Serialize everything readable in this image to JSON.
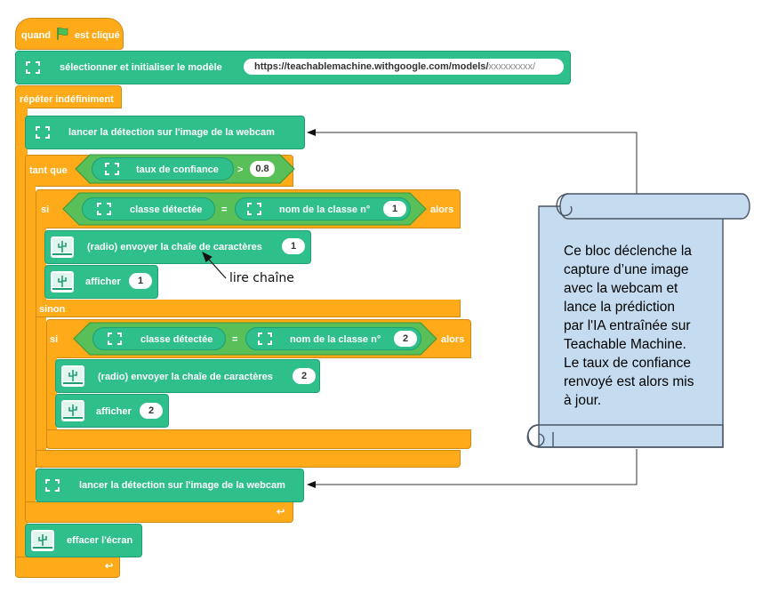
{
  "blocks": {
    "hat": {
      "label_before": "quand",
      "label_after": "est cliqué",
      "icon": "green-flag-icon",
      "flag_color": "#4CBF56"
    },
    "select_model": {
      "label": "sélectionner et initialiser le modèle",
      "url": "https://teachablemachine.withgoogle.com/models/",
      "url_placeholder": "xxxxxxxxx/"
    },
    "forever": {
      "label": "répéter indéfiniment"
    },
    "detect1": {
      "label": "lancer la détection sur l'image de la webcam"
    },
    "while": {
      "label": "tant que",
      "reporter": "taux de confiance",
      "operator": ">",
      "value": "0.8"
    },
    "if": {
      "label": "si",
      "left": "classe détectée",
      "operator": "=",
      "right_label": "nom de la classe n°",
      "right_value": "1",
      "then": "alors",
      "else_label": "sinon"
    },
    "send1": {
      "label": "(radio) envoyer la chaîe de caractères",
      "value": "1"
    },
    "show1": {
      "label": "afficher",
      "value": "1"
    },
    "if2": {
      "label": "si",
      "left": "classe détectée",
      "operator": "=",
      "right_label": "nom de la classe n°",
      "right_value": "2",
      "then": "alors"
    },
    "send2": {
      "label": "(radio) envoyer la chaîe de caractères",
      "value": "2"
    },
    "show2": {
      "label": "afficher",
      "value": "2"
    },
    "detect2": {
      "label": "lancer la détection sur l'image de la webcam"
    },
    "clear": {
      "label": "effacer l'écran"
    }
  },
  "annotation": {
    "label": "lire chaîne"
  },
  "note": {
    "lines": [
      "Ce bloc déclenche la",
      "capture d’une image",
      "avec la webcam et",
      "lance la prédiction",
      "par l'IA entraînée sur",
      "Teachable Machine.",
      "Le taux de confiance",
      "renvoyé est alors mis",
      "à jour."
    ],
    "fill": "#C5DCF0",
    "stroke": "#4A5563"
  },
  "colors": {
    "control": "#FFAB19",
    "extension": "#2EBF8A",
    "operator": "#59C059"
  }
}
